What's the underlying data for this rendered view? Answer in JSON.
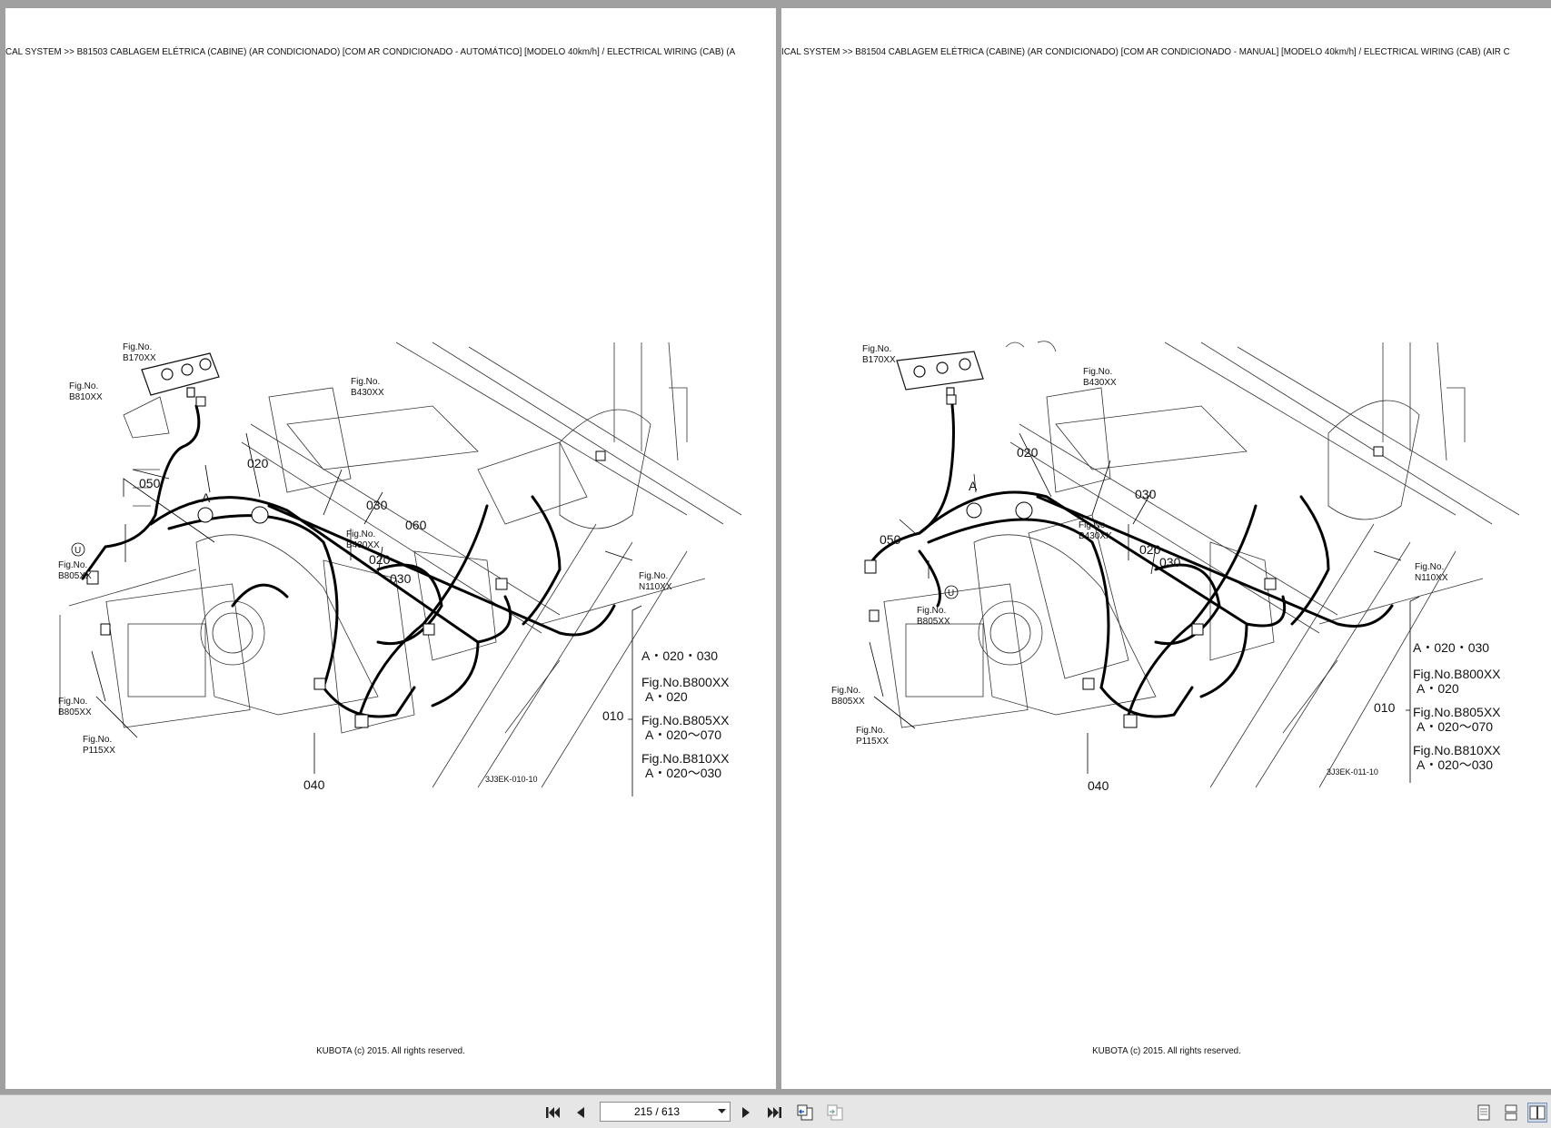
{
  "pages": [
    {
      "header": "CAL SYSTEM >> B81503   CABLAGEM ELÉTRICA (CABINE) (AR CONDICIONADO) [COM AR CONDICIONADO - AUTOMÁTICO] [MODELO 40km/h] / ELECTRICAL WIRING (CAB) (A",
      "footer": "KUBOTA (c) 2015. All rights reserved.",
      "drawing_code": "3J3EK-010-10",
      "fig_labels": [
        "Fig.No.",
        "B170XX",
        "Fig.No.",
        "B810XX",
        "Fig.No.",
        "B430XX",
        "Fig.No.",
        "B430XX",
        "Fig.No.",
        "B805XX",
        "Fig.No.",
        "B805XX",
        "Fig.No.",
        "P115XX",
        "Fig.No.",
        "N110XX"
      ],
      "callouts": [
        "050",
        "020",
        "A",
        "030",
        "060",
        "020",
        "030",
        "040",
        "U"
      ],
      "legend_ref": "010",
      "legend": [
        "A・020・030",
        "Fig.No.B800XX",
        "A・020",
        "Fig.No.B805XX",
        "A・020～070",
        "Fig.No.B810XX",
        "A・020～030"
      ]
    },
    {
      "header": "ICAL SYSTEM >> B81504   CABLAGEM ELÉTRICA (CABINE) (AR CONDICIONADO) [COM AR CONDICIONADO - MANUAL] [MODELO 40km/h] / ELECTRICAL WIRING (CAB) (AIR C",
      "footer": "KUBOTA (c) 2015. All rights reserved.",
      "drawing_code": "3J3EK-011-10",
      "fig_labels": [
        "Fig.No.",
        "B170XX",
        "Fig.No.",
        "B430XX",
        "Fig.No.",
        "B430XX",
        "Fig.No.",
        "B805XX",
        "Fig.No.",
        "B805XX",
        "Fig.No.",
        "P115XX",
        "Fig.No.",
        "N110XX"
      ],
      "callouts": [
        "020",
        "A",
        "030",
        "050",
        "020",
        "030",
        "040",
        "U"
      ],
      "legend_ref": "010",
      "legend": [
        "A・020・030",
        "Fig.No.B800XX",
        "A・020",
        "Fig.No.B805XX",
        "A・020～070",
        "Fig.No.B810XX",
        "A・020～030"
      ]
    }
  ],
  "toolbar": {
    "page_indicator": "215 / 613",
    "icons": [
      "first-page-icon",
      "prev-page-icon",
      "dropdown-arrow-icon",
      "next-page-icon",
      "last-page-icon",
      "back-view-icon",
      "forward-view-icon",
      "single-page-icon",
      "continuous-page-icon",
      "two-page-icon"
    ]
  }
}
